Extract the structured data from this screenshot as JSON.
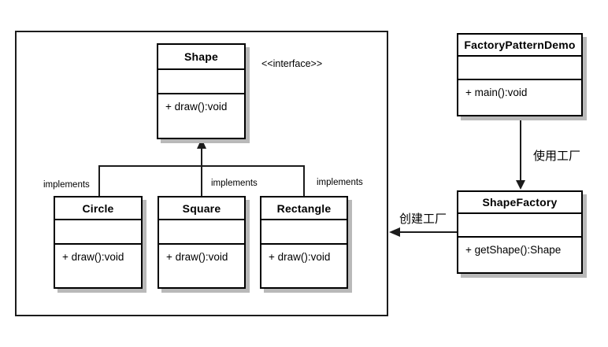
{
  "diagram": {
    "background_color": "#ffffff",
    "line_color": "#1c1c1c",
    "shadow_color": "#b9b9b9",
    "type": "uml-class-diagram"
  },
  "classes": {
    "shape": {
      "name": "Shape",
      "attributes": "",
      "method": "+ draw():void"
    },
    "circle": {
      "name": "Circle",
      "attributes": "",
      "method": "+ draw():void"
    },
    "square": {
      "name": "Square",
      "attributes": "",
      "method": "+ draw():void"
    },
    "rectangle": {
      "name": "Rectangle",
      "attributes": "",
      "method": "+ draw():void"
    },
    "factory_pattern_demo": {
      "name": "FactoryPatternDemo",
      "attributes": "",
      "method": "+ main():void"
    },
    "shape_factory": {
      "name": "ShapeFactory",
      "attributes": "",
      "method": "+ getShape():Shape"
    }
  },
  "labels": {
    "stereotype": "<<interface>>",
    "implements_circle": "implements",
    "implements_square": "implements",
    "implements_rectangle": "implements",
    "use_factory": "使用工厂",
    "create_factory": "创建工厂"
  }
}
